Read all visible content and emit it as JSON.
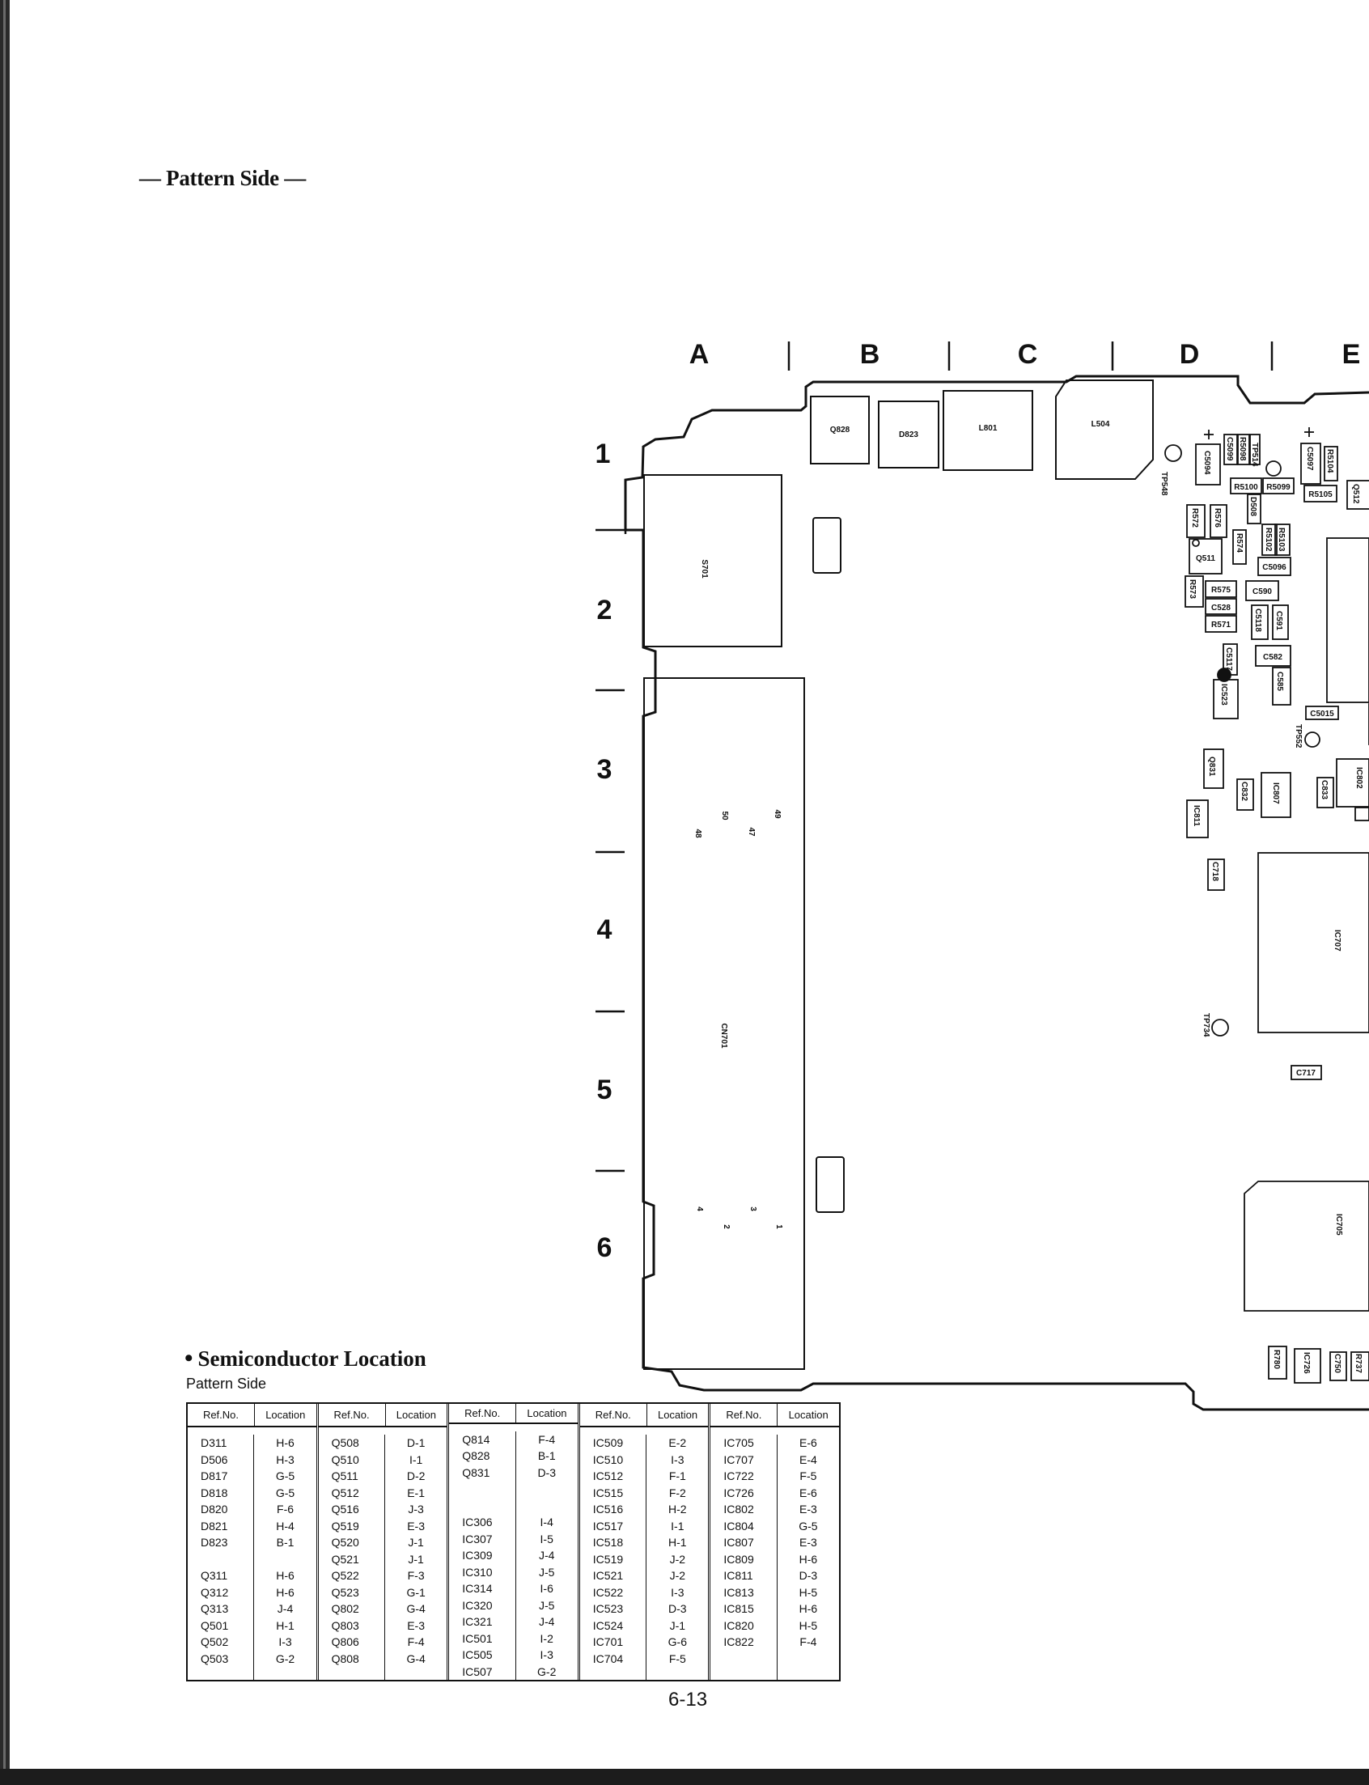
{
  "header": "— Pattern Side —",
  "board": {
    "columns": [
      "A",
      "B",
      "C",
      "D",
      "E"
    ],
    "rows": [
      "1",
      "2",
      "3",
      "4",
      "5",
      "6"
    ],
    "components": {
      "q828": "Q828",
      "d823": "D823",
      "l801": "L801",
      "l504": "L504",
      "s701": "S701",
      "cn701": "CN701",
      "pin49": "49",
      "pin47": "47",
      "pin50": "50",
      "pin48": "48",
      "pin1": "1",
      "pin3": "3",
      "pin2": "2",
      "pin4": "4",
      "tp548": "TP548",
      "c5094": "C5094",
      "c5099": "C5099",
      "r5098": "R5098",
      "tp514": "TP514",
      "c5097": "C5097",
      "r5104": "R5104",
      "r5100": "R5100",
      "r5099": "R5099",
      "r5105": "R5105",
      "q512": "Q512",
      "d508": "D508",
      "r572": "R572",
      "r576": "R576",
      "r574": "R574",
      "r5102": "R5102",
      "r5103": "R5103",
      "q511": "Q511",
      "c5096": "C5096",
      "r573": "R573",
      "r575": "R575",
      "c590": "C590",
      "c528": "C528",
      "c5118": "C5118",
      "c591": "C591",
      "r571": "R571",
      "c5117": "C5117",
      "c582": "C582",
      "ic523": "IC523",
      "c585": "C585",
      "c5015": "C5015",
      "tp552": "TP552",
      "q831": "Q831",
      "c832": "C832",
      "ic807": "IC807",
      "c833": "C833",
      "ic802": "IC802",
      "ic811": "IC811",
      "c718": "C718",
      "ic707": "IC707",
      "tp734": "TP734",
      "c717": "C717",
      "ic705": "IC705",
      "r780": "R780",
      "ic726": "IC726",
      "c750": "C750",
      "r737": "R737"
    }
  },
  "semiconductor": {
    "title": "Semiconductor Location",
    "subtitle": "Pattern Side",
    "headers": {
      "ref": "Ref.No.",
      "location": "Location"
    },
    "groups": [
      {
        "refs": [
          "D311",
          "D506",
          "D817",
          "D818",
          "D820",
          "D821",
          "D823",
          "",
          "Q311",
          "Q312",
          "Q313",
          "Q501",
          "Q502",
          "Q503"
        ],
        "locs": [
          "H-6",
          "H-3",
          "G-5",
          "G-5",
          "F-6",
          "H-4",
          "B-1",
          "",
          "H-6",
          "H-6",
          "J-4",
          "H-1",
          "I-3",
          "G-2"
        ]
      },
      {
        "refs": [
          "Q508",
          "Q510",
          "Q511",
          "Q512",
          "Q516",
          "Q519",
          "Q520",
          "Q521",
          "Q522",
          "Q523",
          "Q802",
          "Q803",
          "Q806",
          "Q808"
        ],
        "locs": [
          "D-1",
          "I-1",
          "D-2",
          "E-1",
          "J-3",
          "E-3",
          "J-1",
          "J-1",
          "F-3",
          "G-1",
          "G-4",
          "E-3",
          "F-4",
          "G-4"
        ]
      },
      {
        "refs": [
          "Q814",
          "Q828",
          "Q831",
          "",
          "",
          "IC306",
          "IC307",
          "IC309",
          "IC310",
          "IC314",
          "IC320",
          "IC321",
          "IC501",
          "IC505",
          "IC507"
        ],
        "locs": [
          "F-4",
          "B-1",
          "D-3",
          "",
          "",
          "I-4",
          "I-5",
          "J-4",
          "J-5",
          "I-6",
          "J-5",
          "J-4",
          "I-2",
          "I-3",
          "G-2"
        ]
      },
      {
        "refs": [
          "IC509",
          "IC510",
          "IC512",
          "IC515",
          "IC516",
          "IC517",
          "IC518",
          "IC519",
          "IC521",
          "IC522",
          "IC523",
          "IC524",
          "IC701",
          "IC704"
        ],
        "locs": [
          "E-2",
          "I-3",
          "F-1",
          "F-2",
          "H-2",
          "I-1",
          "H-1",
          "J-2",
          "J-2",
          "I-3",
          "D-3",
          "J-1",
          "G-6",
          "F-5"
        ]
      },
      {
        "refs": [
          "IC705",
          "IC707",
          "IC722",
          "IC726",
          "IC802",
          "IC804",
          "IC807",
          "IC809",
          "IC811",
          "IC813",
          "IC815",
          "IC820",
          "IC822"
        ],
        "locs": [
          "E-6",
          "E-4",
          "F-5",
          "E-6",
          "E-3",
          "G-5",
          "E-3",
          "H-6",
          "D-3",
          "H-5",
          "H-6",
          "H-5",
          "F-4"
        ]
      }
    ]
  },
  "page_number": "6-13"
}
